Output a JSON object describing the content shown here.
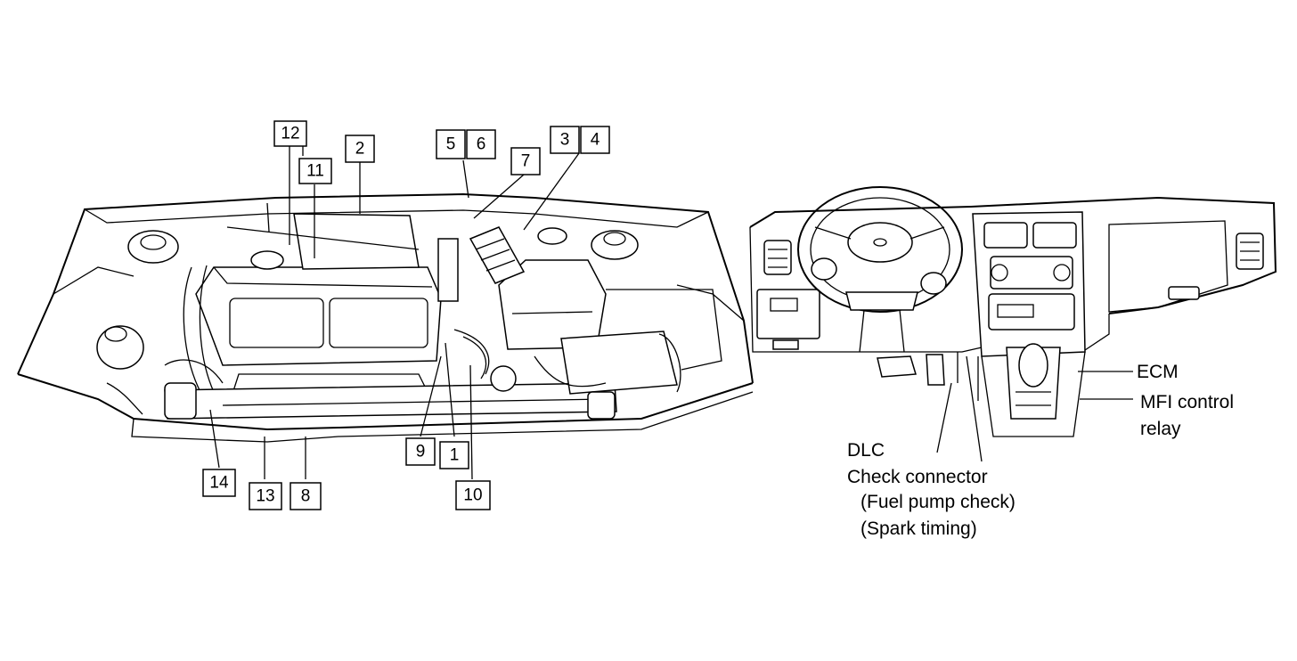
{
  "engine_callouts": [
    "1",
    "2",
    "3",
    "4",
    "5",
    "6",
    "7",
    "8",
    "9",
    "10",
    "11",
    "12",
    "13",
    "14"
  ],
  "interior_labels": {
    "ecm": "ECM",
    "mfi_line1": "MFI control",
    "mfi_line2": "relay",
    "dlc": "DLC",
    "check_connector": "Check connector",
    "fuel_pump_check": "(Fuel pump check)",
    "spark_timing": "(Spark timing)"
  }
}
